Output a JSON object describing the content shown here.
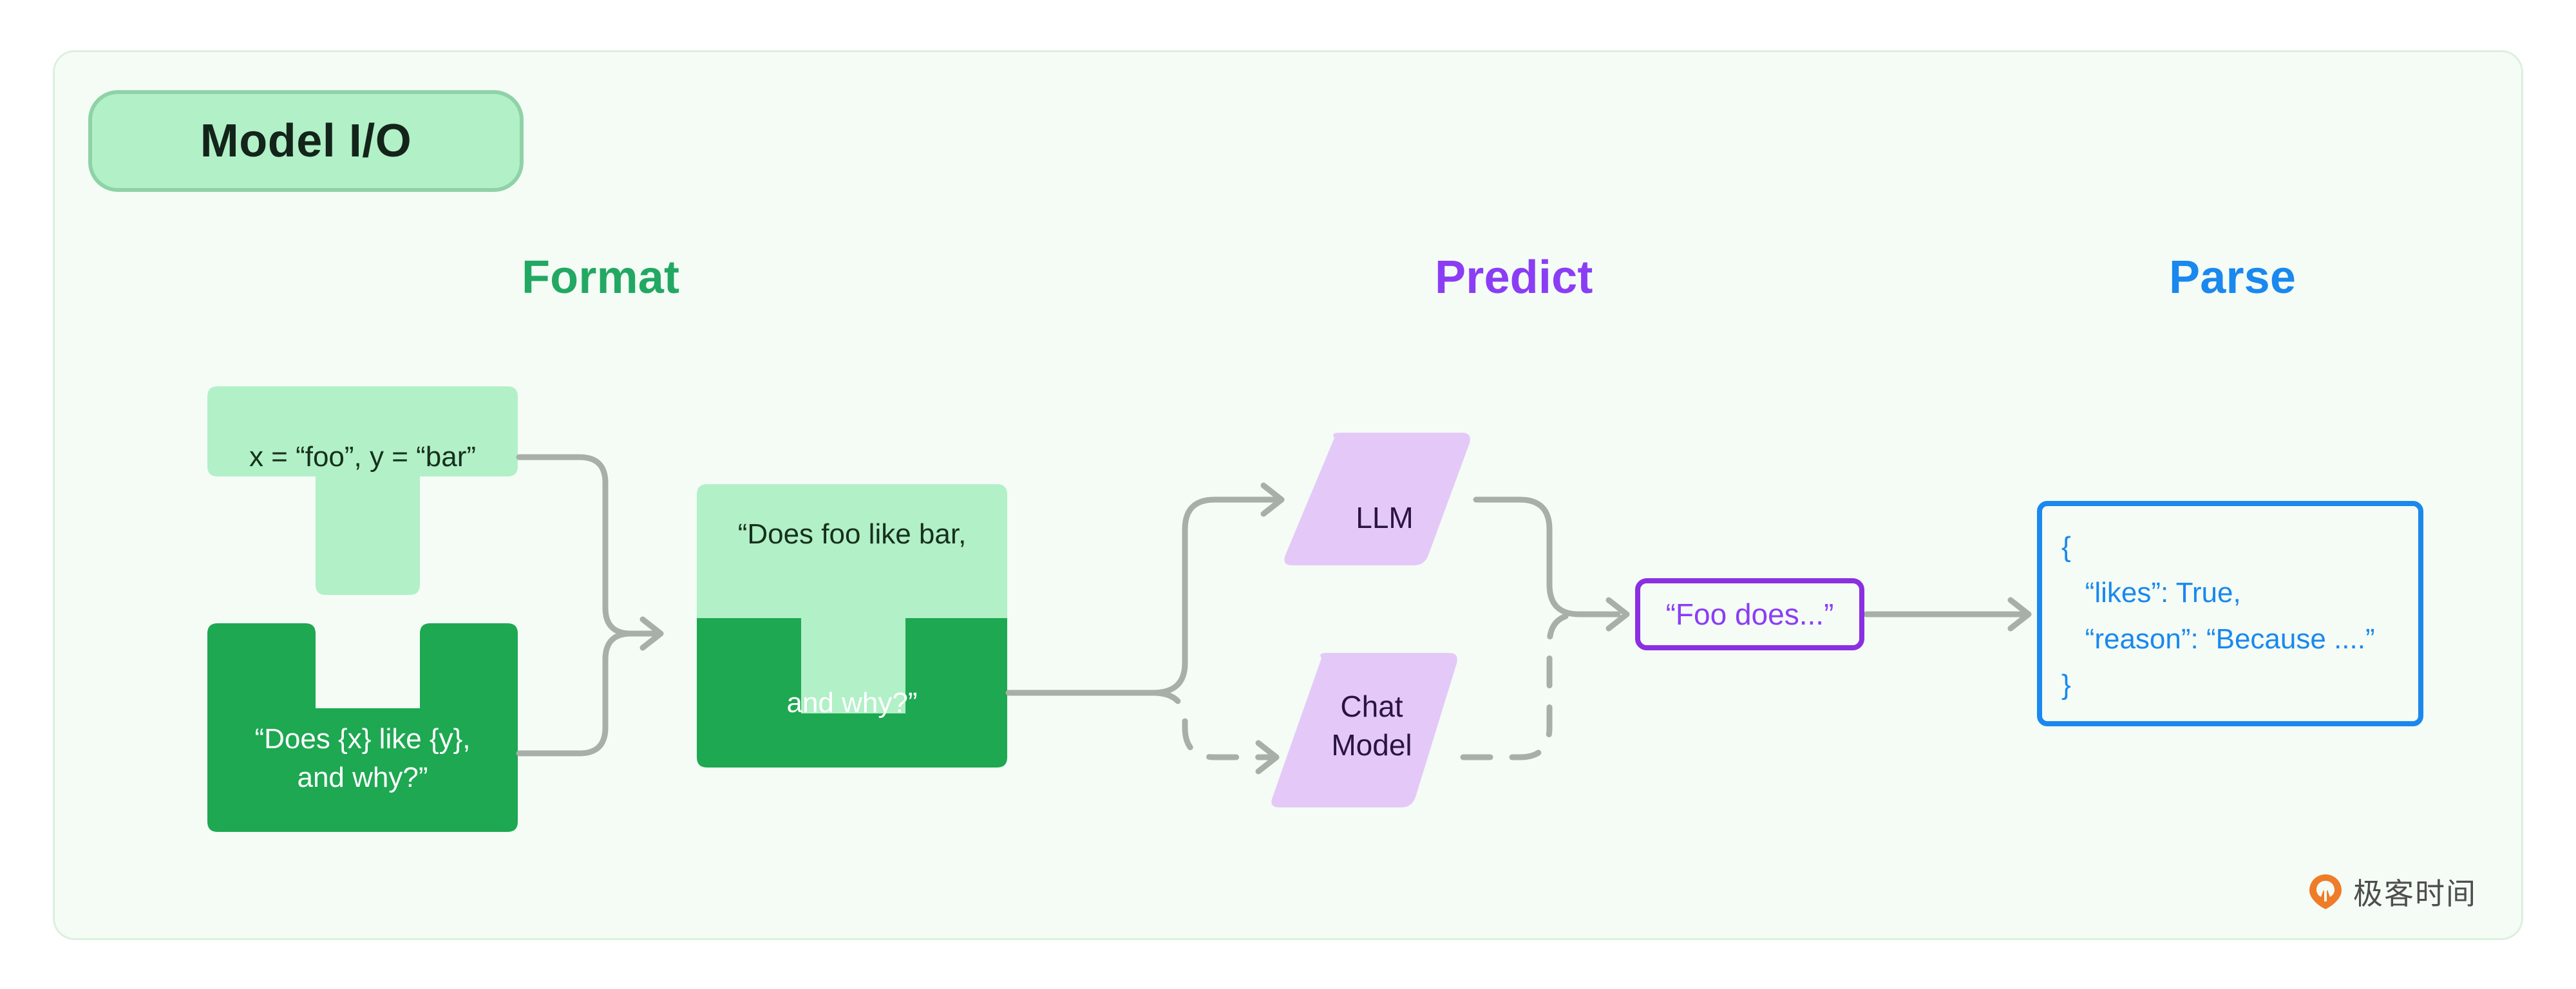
{
  "diagram": {
    "badge_label": "Model I/O",
    "sections": [
      {
        "id": "format",
        "label": "Format",
        "color": "#22a863"
      },
      {
        "id": "predict",
        "label": "Predict",
        "color": "#8b3df5"
      },
      {
        "id": "parse",
        "label": "Parse",
        "color": "#1a88ee"
      }
    ],
    "format": {
      "variables_piece": "x = “foo”, y = “bar”",
      "template_piece": "“Does {x} like {y},\nand why?”",
      "merged_piece_top": "“Does foo like bar,",
      "merged_piece_bottom": "and why?”"
    },
    "predict": {
      "llm_label": "LLM",
      "chat_model_label": "Chat\nModel",
      "output_label": "“Foo does...”"
    },
    "parse": {
      "json_lines": [
        "{",
        "   “likes”: True,",
        "   “reason”: “Because ....”",
        "}"
      ]
    },
    "watermark": {
      "text": "极客时间"
    },
    "colors": {
      "panel_bg": "#f4fcf5",
      "panel_border": "#dcf0e0",
      "badge_fill": "#b2f0c7",
      "badge_border": "#8fd2a7",
      "piece_light": "#b2f0c7",
      "piece_dark": "#1da851",
      "parallelogram": "#e4c9f8",
      "connector": "#a8aea8",
      "accent_purple": "#8b3df5",
      "accent_blue": "#1a88ee",
      "accent_green": "#22a863",
      "watermark_orange": "#ef7c28"
    }
  }
}
